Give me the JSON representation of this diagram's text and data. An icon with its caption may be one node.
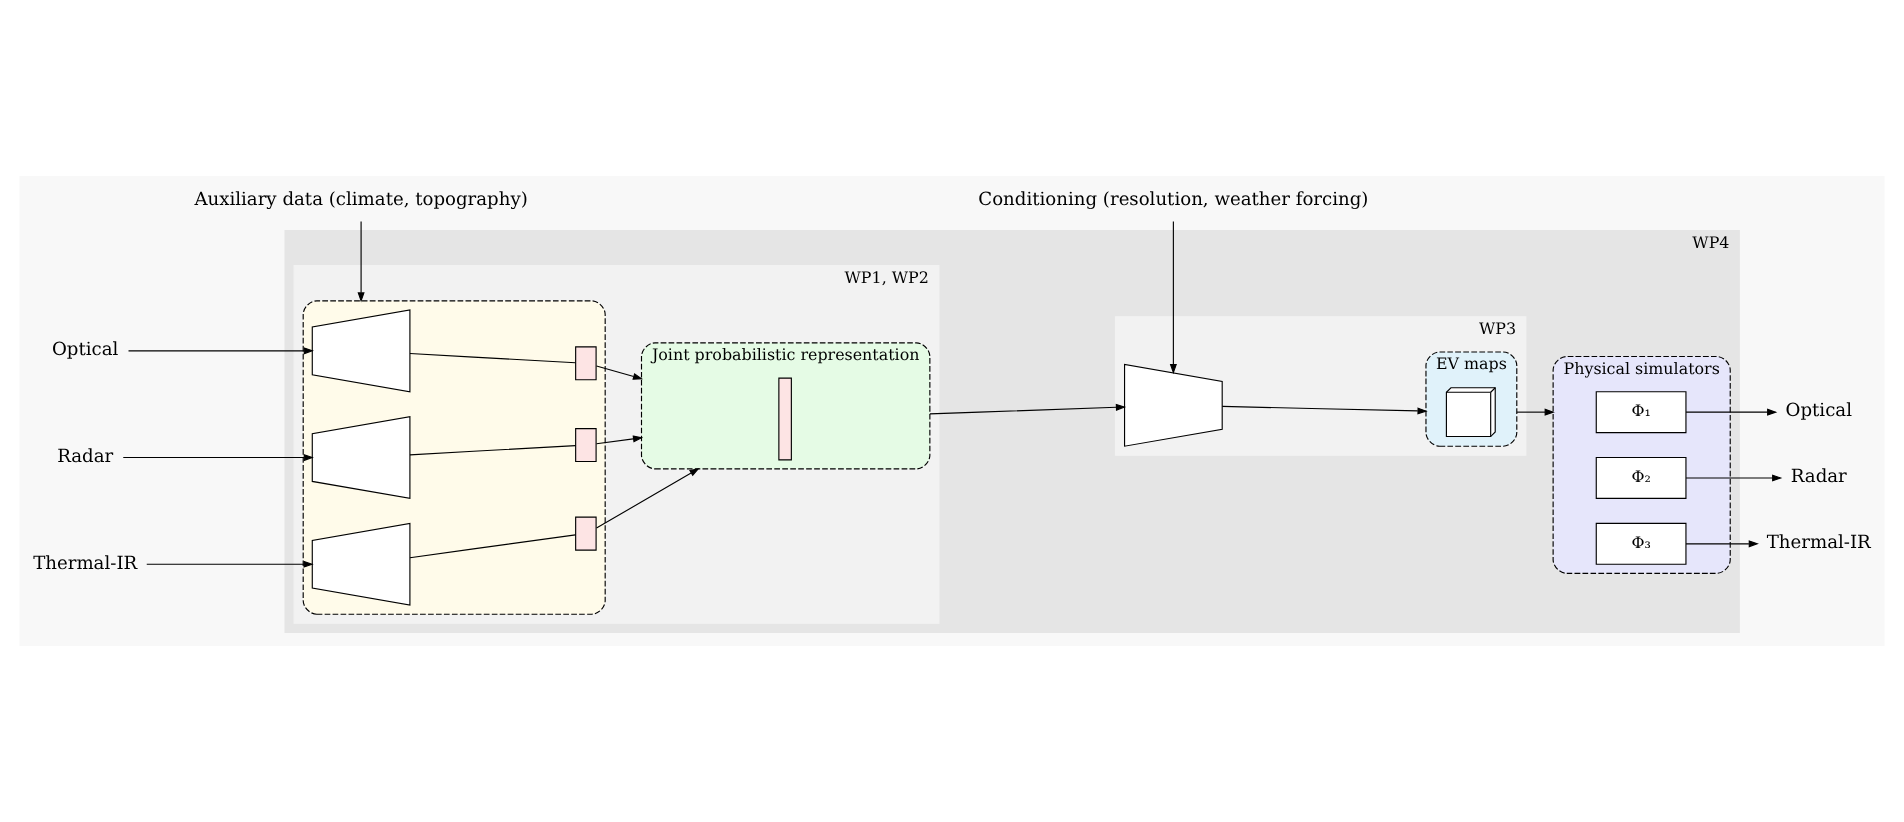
{
  "diagram": {
    "nodes": [
      {
        "text": [
          "WP4"
        ]
      },
      {
        "text": [
          "WP1, WP2"
        ],
        "in": 0
      },
      {
        "text": [],
        "shape": "box",
        "in": 1
      },
      {
        "text": [],
        "shape": "trapezoid",
        "in": 2
      },
      {
        "text": [],
        "shape": "box",
        "in": 2
      },
      {
        "text": [],
        "shape": "trapezoid",
        "in": 2
      },
      {
        "text": [],
        "shape": "box",
        "in": 2
      },
      {
        "text": [],
        "shape": "trapezoid",
        "in": 2
      },
      {
        "text": [],
        "shape": "box",
        "in": 2
      },
      {
        "text": [
          "Joint probabilistic representation"
        ],
        "in": 1
      },
      {
        "text": [],
        "shape": "bar",
        "in": 9
      },
      {
        "text": [
          "WP3"
        ],
        "in": 0
      },
      {
        "text": [],
        "shape": "trapezoid",
        "in": 11
      },
      {
        "text": [
          "EV maps"
        ],
        "in": 11
      },
      {
        "text": [],
        "shape": "picture",
        "in": 13
      },
      {
        "text": [
          "Physical simulators"
        ],
        "in": 0
      },
      {
        "text": [
          "Φ₁"
        ],
        "in": 15
      },
      {
        "text": [
          "Φ₂"
        ],
        "in": 15
      },
      {
        "text": [
          "Φ₃"
        ],
        "in": 15
      },
      {
        "text": [
          "Optical"
        ]
      },
      {
        "text": [
          "Radar"
        ]
      },
      {
        "text": [
          "Thermal-IR"
        ]
      },
      {
        "text": [
          "Optical"
        ]
      },
      {
        "text": [
          "Radar"
        ]
      },
      {
        "text": [
          "Thermal-IR"
        ]
      },
      {
        "text": [
          "Auxiliary data (climate, topography)"
        ]
      },
      {
        "text": [
          "Conditioning (resolution, weather forcing)"
        ]
      }
    ],
    "edges": [
      {
        "from": 19,
        "to": 3,
        "arrow": "to"
      },
      {
        "from": 20,
        "to": 5,
        "arrow": "to"
      },
      {
        "from": 21,
        "to": 7,
        "arrow": "to"
      },
      {
        "from": 25,
        "to": 2,
        "arrow": "to"
      },
      {
        "from": 3,
        "to": 4,
        "arrow": "none"
      },
      {
        "from": 5,
        "to": 6,
        "arrow": "none"
      },
      {
        "from": 7,
        "to": 8,
        "arrow": "none"
      },
      {
        "from": 4,
        "to": 9,
        "arrow": "to"
      },
      {
        "from": 6,
        "to": 9,
        "arrow": "to"
      },
      {
        "from": 8,
        "to": 9,
        "arrow": "to"
      },
      {
        "from": 9,
        "to": 12,
        "arrow": "to"
      },
      {
        "from": 26,
        "to": 12,
        "arrow": "to"
      },
      {
        "from": 12,
        "to": 13,
        "arrow": "to"
      },
      {
        "from": 13,
        "to": 15,
        "arrow": "to"
      },
      {
        "from": 16,
        "to": 22,
        "arrow": "to"
      },
      {
        "from": 17,
        "to": 23,
        "arrow": "to"
      },
      {
        "from": 18,
        "to": 24,
        "arrow": "to"
      }
    ]
  }
}
